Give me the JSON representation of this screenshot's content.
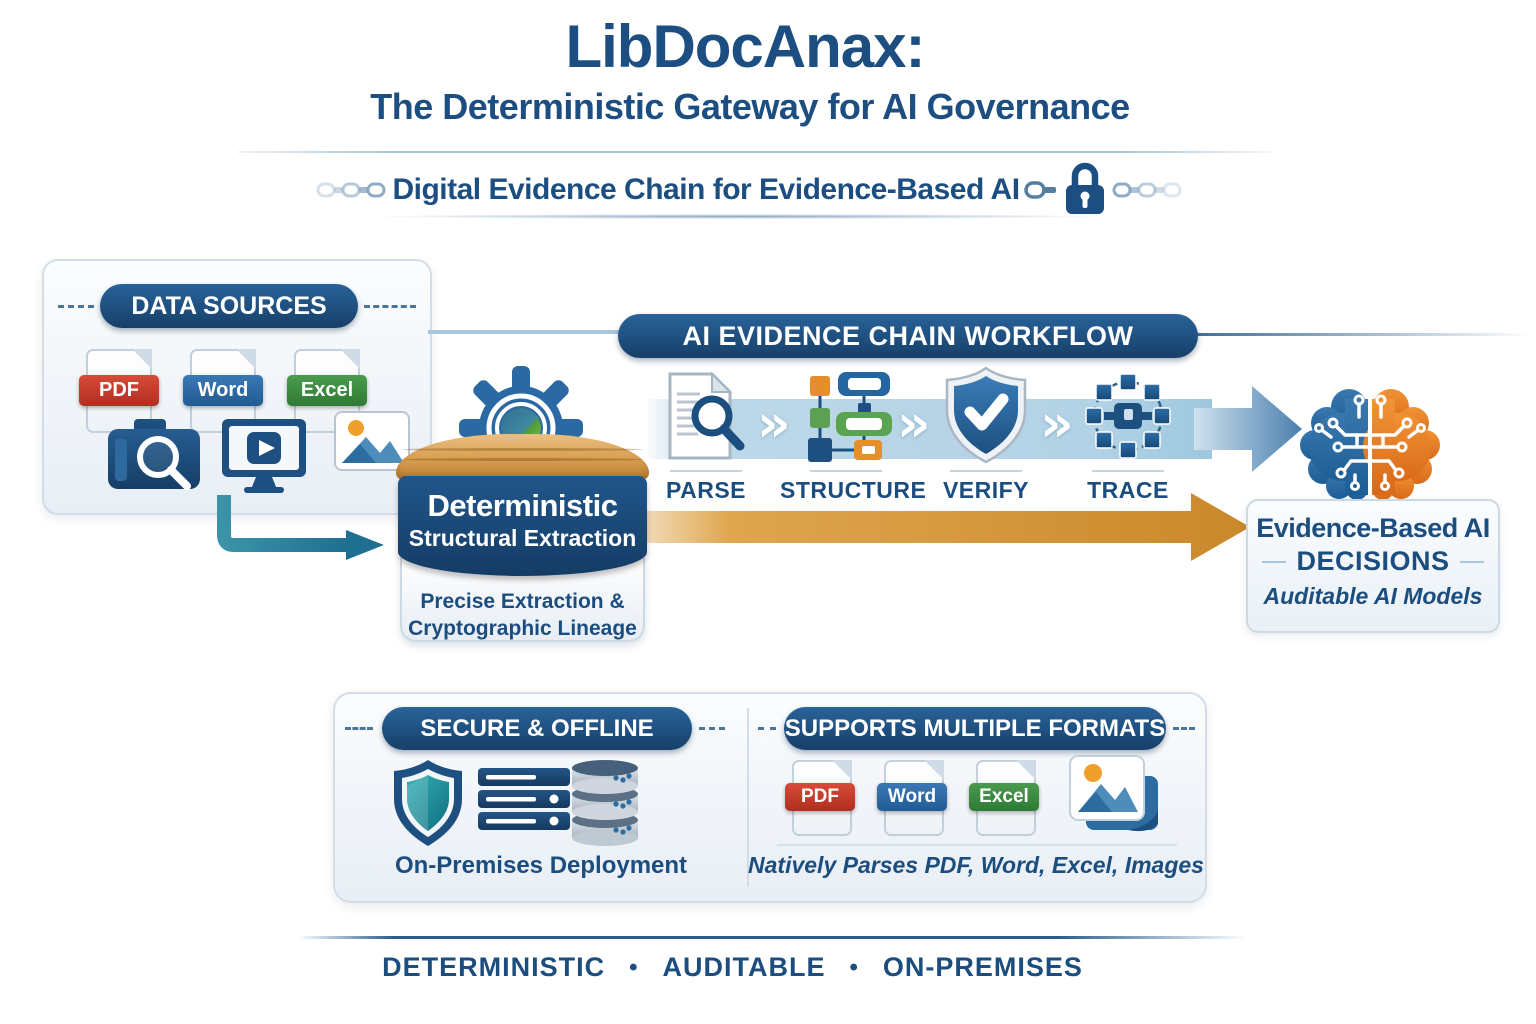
{
  "header": {
    "title": "LibDocAnax:",
    "subtitle": "The Deterministic Gateway for AI Governance",
    "tagline": "Digital Evidence Chain for Evidence-Based AI"
  },
  "data_sources": {
    "label": "DATA SOURCES",
    "formats": [
      {
        "label": "PDF",
        "color": "#c0392b"
      },
      {
        "label": "Word",
        "color": "#2e6da4"
      },
      {
        "label": "Excel",
        "color": "#3e8e44"
      }
    ],
    "icons": [
      "camera-search-icon",
      "video-monitor-icon",
      "image-icon"
    ]
  },
  "workflow": {
    "banner": "AI EVIDENCE CHAIN WORKFLOW",
    "chevron": "»",
    "steps": [
      {
        "label": "PARSE",
        "icon": "document-magnifier-icon"
      },
      {
        "label": "STRUCTURE",
        "icon": "flowchart-icon"
      },
      {
        "label": "VERIFY",
        "icon": "shield-check-icon"
      },
      {
        "label": "TRACE",
        "icon": "network-nodes-icon"
      }
    ]
  },
  "extraction": {
    "title_line1": "Deterministic",
    "title_line2": "Structural Extraction",
    "sub_line1": "Precise Extraction &",
    "sub_line2": "Cryptographic Lineage"
  },
  "decisions": {
    "line1": "Evidence-Based AI",
    "line2": "DECISIONS",
    "subtitle": "Auditable AI Models"
  },
  "secure_panel": {
    "label": "SECURE & OFFLINE",
    "caption": "On-Premises Deployment",
    "icons": [
      "shield-icon",
      "server-rack-icon",
      "database-stack-icon"
    ]
  },
  "formats_panel": {
    "label": "SUPPORTS MULTIPLE FORMATS",
    "formats": [
      {
        "label": "PDF"
      },
      {
        "label": "Word"
      },
      {
        "label": "Excel"
      }
    ],
    "caption": "Natively Parses PDF, Word, Excel, Images"
  },
  "footer": {
    "separator": "•",
    "items": [
      "DETERMINISTIC",
      "AUDITABLE",
      "ON-PREMISES"
    ]
  },
  "colors": {
    "navy": "#1b4d7f",
    "pdf_red": "#c0392b",
    "word_blue": "#2e6da4",
    "excel_green": "#3e8e44",
    "tan_orange": "#d9a153",
    "arrow_orange": "#cd8c2c",
    "teal_arrow": "#2a809c",
    "band_blue": "#bdd8e8",
    "brain_blue": "#2d6ea7",
    "brain_orange": "#e6811f"
  }
}
